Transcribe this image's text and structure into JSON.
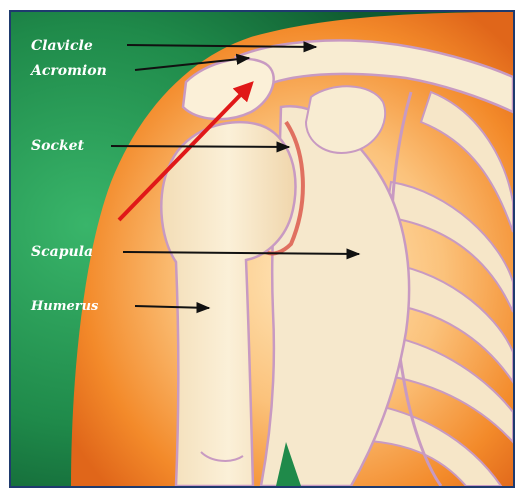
{
  "labels": {
    "clavicle": "Clavicle",
    "acromion": "Acromion",
    "socket": "Socket",
    "scapula": "Scapula",
    "humerus": "Humerus"
  },
  "colors": {
    "frame_border": "#1e3a6e",
    "background_green": "#1f8a4a",
    "skin_orange": "#f07a1e",
    "bone": "#f7e6c4",
    "bone_outline": "#c89ac2",
    "pointer_arrow": "#e01818",
    "label_arrow": "#111111",
    "label_text": "#ffffff"
  }
}
